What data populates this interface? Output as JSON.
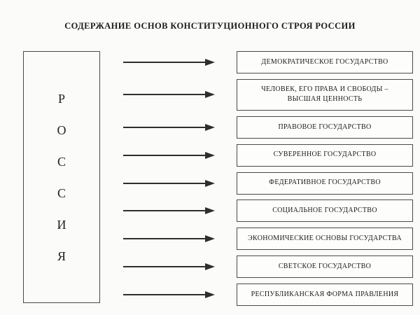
{
  "title": "СОДЕРЖАНИЕ ОСНОВ КОНСТИТУЦИОННОГО СТРОЯ РОССИИ",
  "source": {
    "word": "РОССИЯ",
    "letters": [
      "Р",
      "О",
      "С",
      "С",
      "И",
      "Я"
    ]
  },
  "principles": [
    {
      "label": "ДЕМОКРАТИЧЕСКОЕ ГОСУДАРСТВО"
    },
    {
      "label": "ЧЕЛОВЕК, ЕГО ПРАВА И СВОБОДЫ –\nВЫСШАЯ ЦЕННОСТЬ"
    },
    {
      "label": "ПРАВОВОЕ ГОСУДАРСТВО"
    },
    {
      "label": "СУВЕРЕННОЕ ГОСУДАРСТВО"
    },
    {
      "label": "ФЕДЕРАТИВНОЕ ГОСУДАРСТВО"
    },
    {
      "label": "СОЦИАЛЬНОЕ ГОСУДАРСТВО"
    },
    {
      "label": "ЭКОНОМИЧЕСКИЕ ОСНОВЫ ГОСУДАРСТВА"
    },
    {
      "label": "СВЕТСКОЕ ГОСУДАРСТВО"
    },
    {
      "label": "РЕСПУБЛИКАНСКАЯ ФОРМА ПРАВЛЕНИЯ"
    }
  ],
  "colors": {
    "arrow": "#2e2e2e",
    "box_border": "#4a4a4a",
    "text": "#1a1a1a",
    "background": "#fbfbfa"
  }
}
